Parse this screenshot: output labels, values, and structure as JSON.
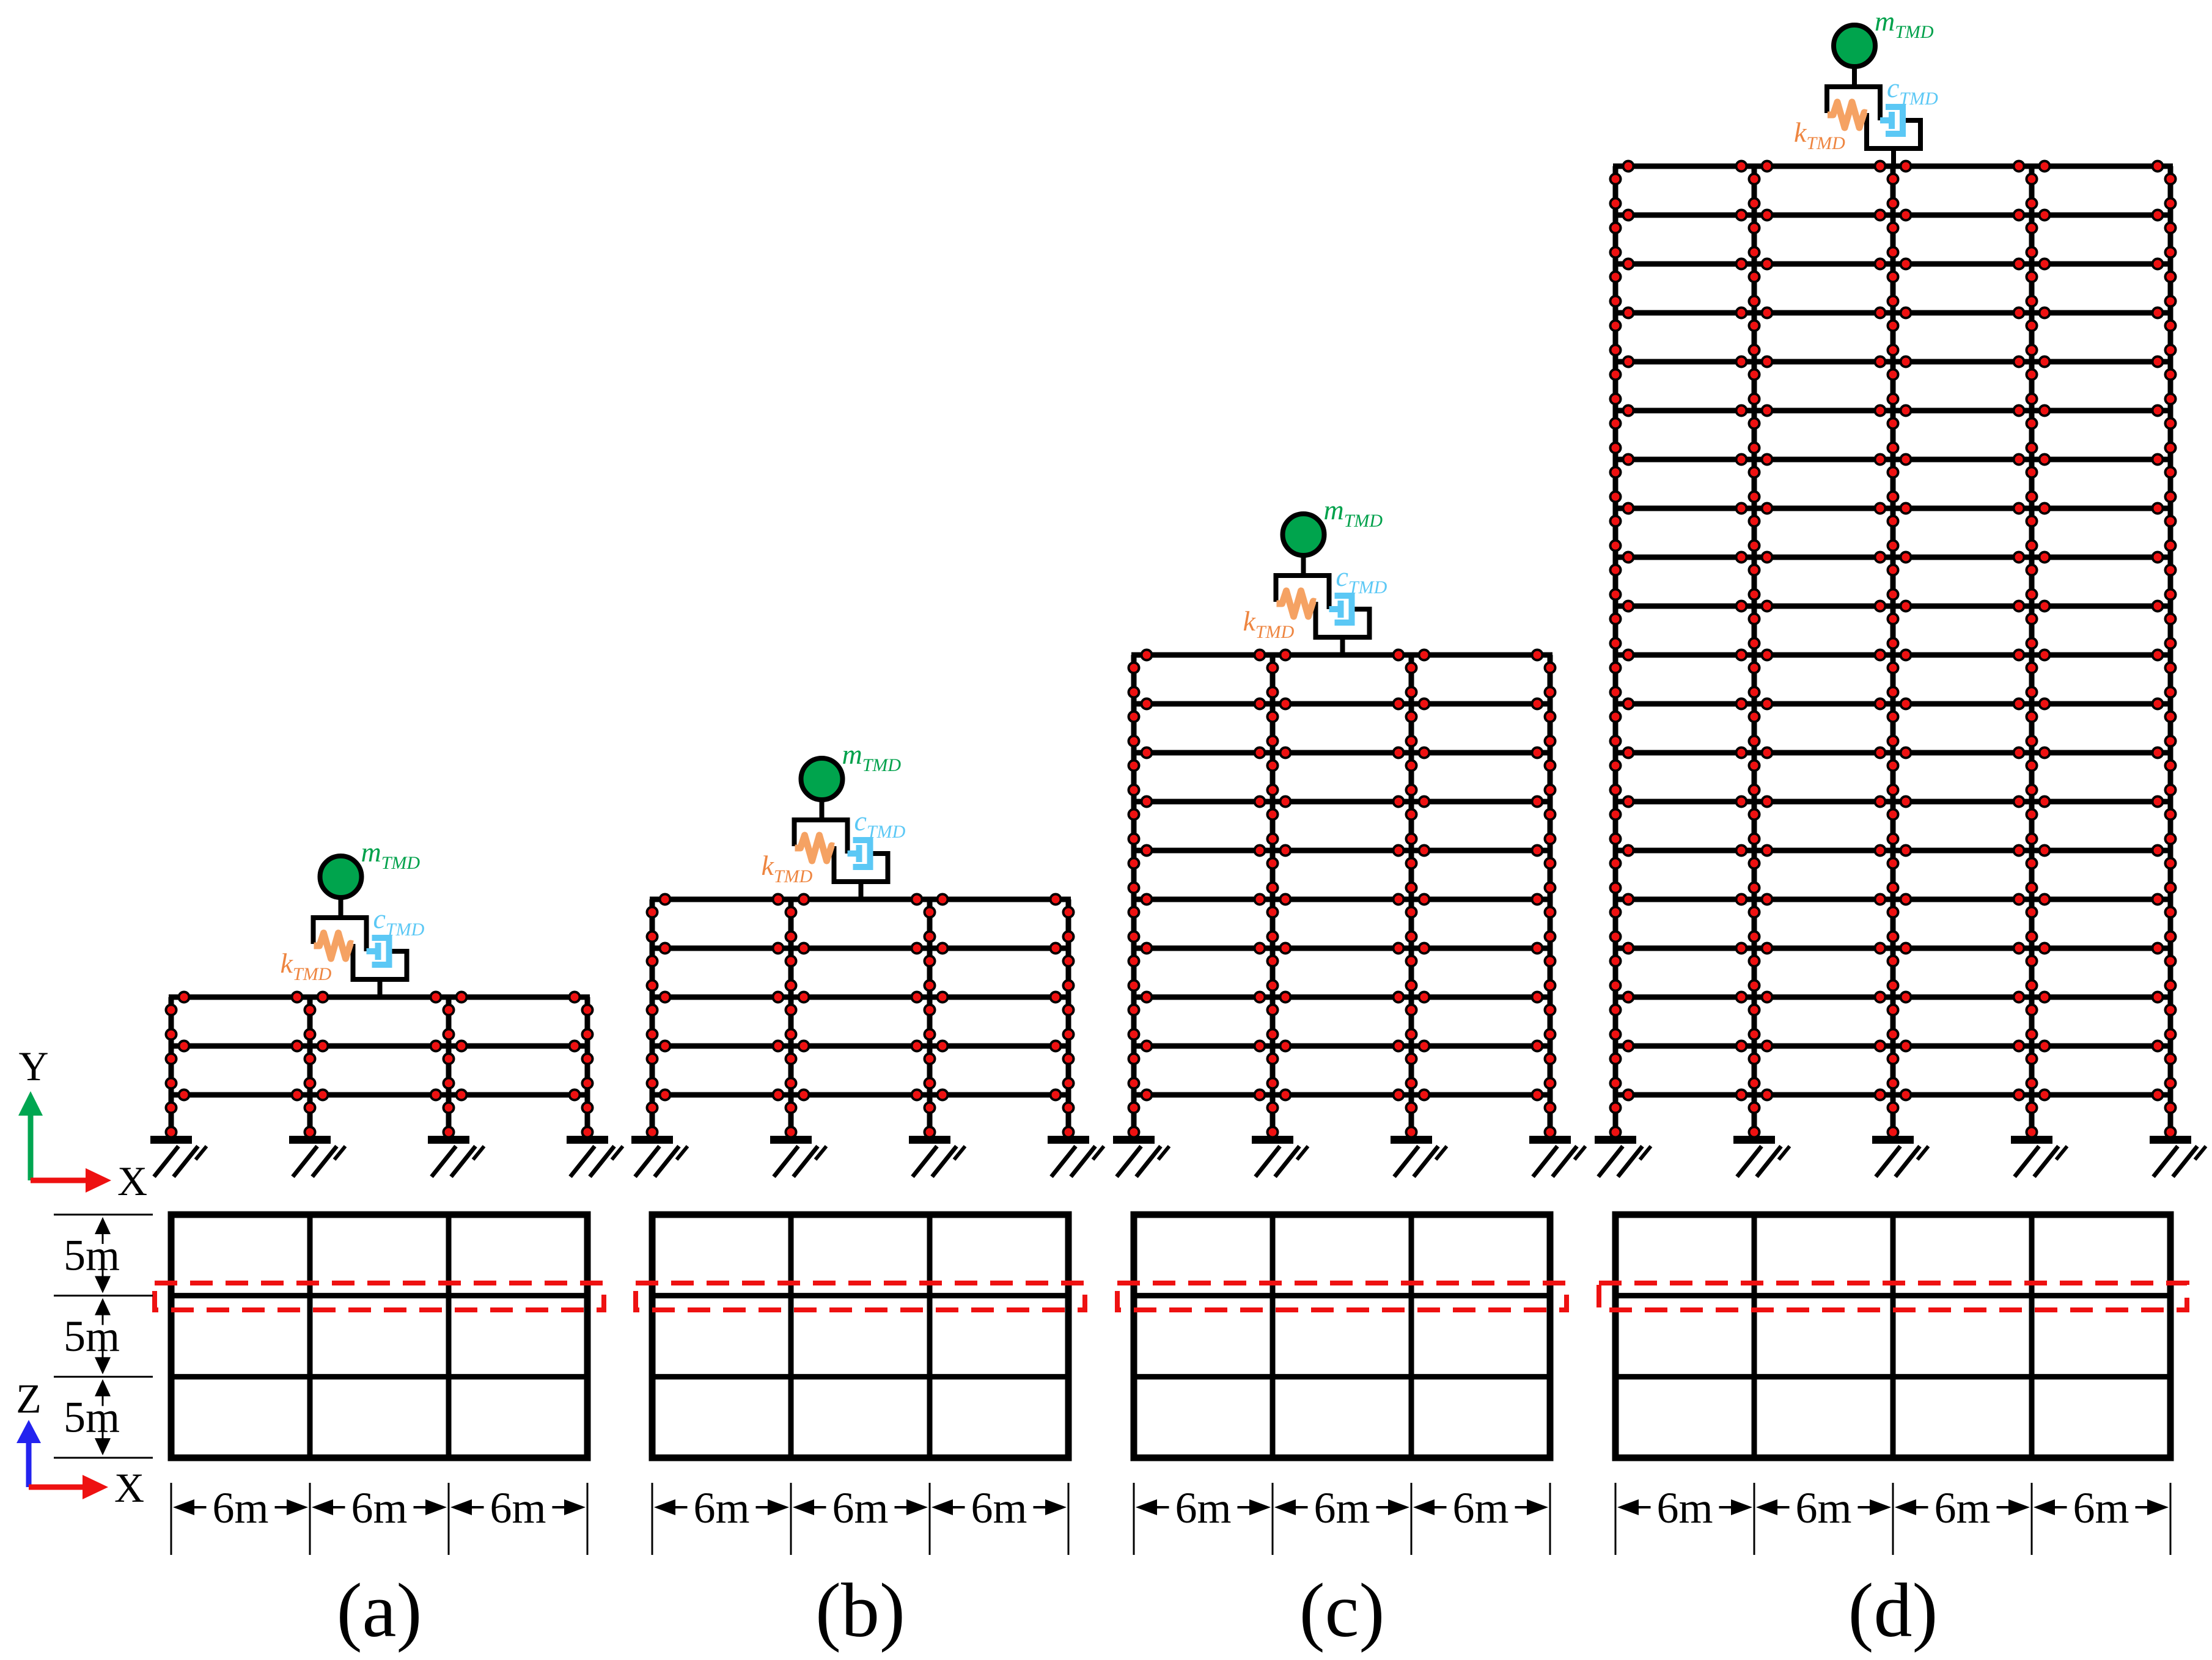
{
  "diagram": {
    "elevation_axes": {
      "vertical": "Y",
      "horizontal": "X"
    },
    "plan_axes": {
      "vertical": "Z",
      "horizontal": "X"
    },
    "story_dimension_label": "5m",
    "bay_dimension_label": "6m",
    "plan_rows": 3,
    "tmd": {
      "mass": {
        "main": "m",
        "sub": "TMD"
      },
      "damper": {
        "main": "c",
        "sub": "TMD"
      },
      "spring": {
        "main": "k",
        "sub": "TMD"
      }
    },
    "structures": [
      {
        "id": "a",
        "caption": "(a)",
        "stories": 3,
        "bays": 3
      },
      {
        "id": "b",
        "caption": "(b)",
        "stories": 5,
        "bays": 3
      },
      {
        "id": "c",
        "caption": "(c)",
        "stories": 10,
        "bays": 3
      },
      {
        "id": "d",
        "caption": "(d)",
        "stories": 20,
        "bays": 4
      }
    ]
  },
  "colors": {
    "frame_black": "#000000",
    "node_red": "#EE1111",
    "mass_green": "#00A44D",
    "mass_label_green": "#00A14B",
    "spring_orange": "#F5A263",
    "spring_label_orange": "#EE8540",
    "damper_blue": "#5BC8F5",
    "dashed_red": "#EE1111",
    "axis_y_green": "#00A651",
    "axis_x_red": "#EE1111",
    "axis_z_blue": "#2323EF"
  }
}
